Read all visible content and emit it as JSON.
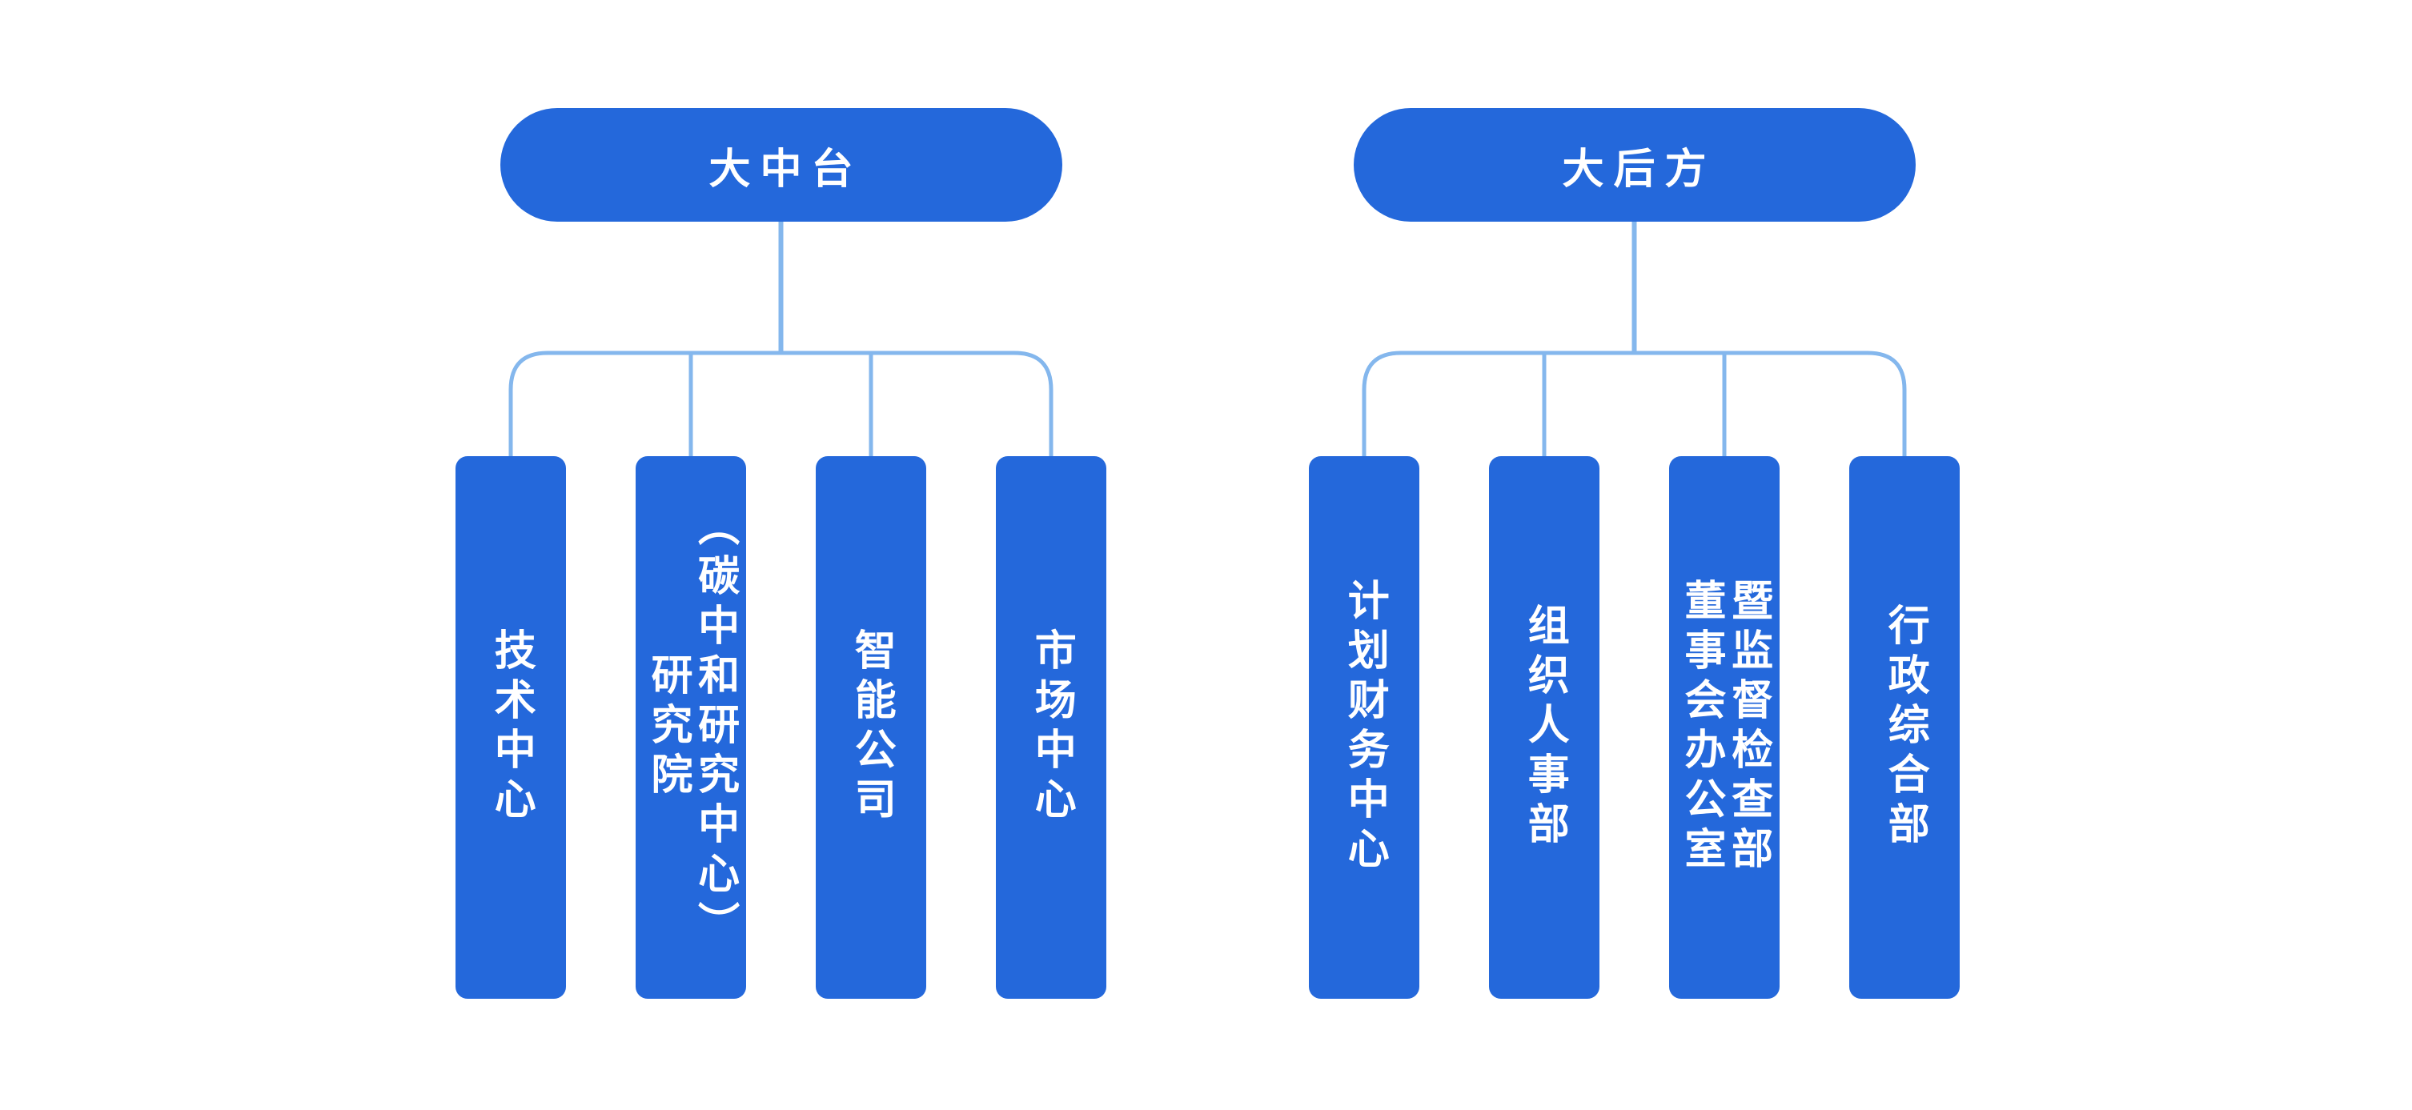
{
  "diagram": {
    "background_color": "#ffffff",
    "node_color": "#2468DB",
    "connector_color": "#84B7ED",
    "text_color": "#ffffff",
    "groups": [
      {
        "root": "大中台",
        "children": [
          {
            "label": "技术中心",
            "lines": [
              "技术中心"
            ]
          },
          {
            "label": "研究院（碳中和研究中心）",
            "lines": [
              "研究院",
              "（碳中和研究中心）"
            ]
          },
          {
            "label": "智能公司",
            "lines": [
              "智能公司"
            ]
          },
          {
            "label": "市场中心",
            "lines": [
              "市场中心"
            ]
          }
        ]
      },
      {
        "root": "大后方",
        "children": [
          {
            "label": "计划财务中心",
            "lines": [
              "计划财务中心"
            ]
          },
          {
            "label": "组织人事部",
            "lines": [
              "组织人事部"
            ]
          },
          {
            "label": "董事会办公室暨监督检查部",
            "lines": [
              "董事会办公室",
              "暨监督检查部"
            ]
          },
          {
            "label": "行政综合部",
            "lines": [
              "行政综合部"
            ]
          }
        ]
      }
    ]
  }
}
